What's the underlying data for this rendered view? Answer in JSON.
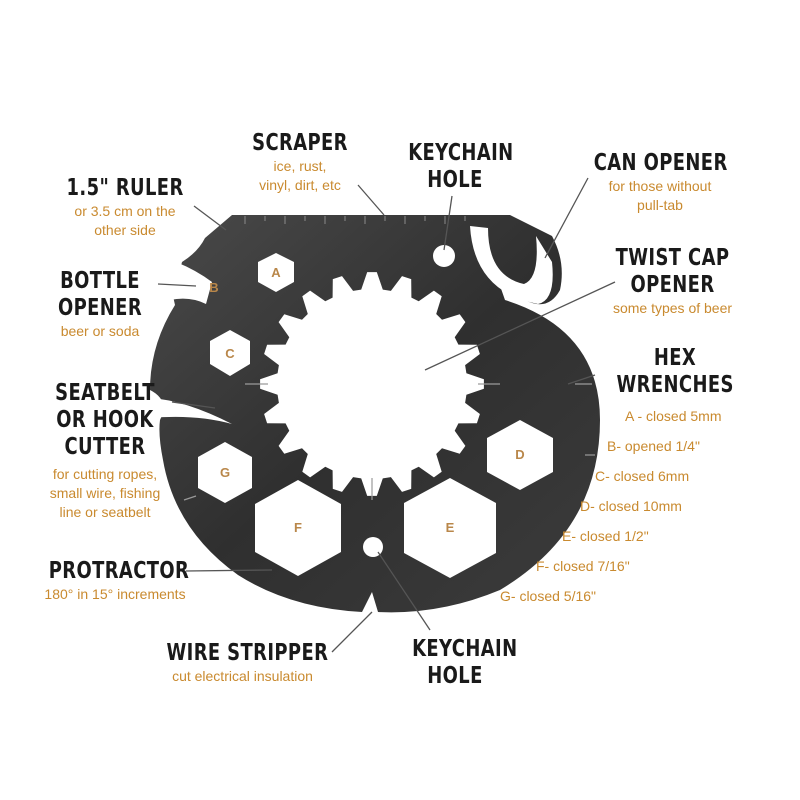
{
  "colors": {
    "label_title": "#1a1a1a",
    "label_sub": "#c98a2f",
    "tool_metal": "#3d3d3d",
    "hole_letter": "#b9874a"
  },
  "callouts": {
    "scraper": {
      "title": "SCRAPER",
      "sub1": "ice, rust,",
      "sub2": "vinyl, dirt, etc"
    },
    "keychain_top": {
      "title1": "KEYCHAIN",
      "title2": "HOLE"
    },
    "can_opener": {
      "title": "CAN OPENER",
      "sub1": "for those without",
      "sub2": "pull-tab"
    },
    "ruler": {
      "title": "1.5\" RULER",
      "sub1": "or 3.5 cm on the",
      "sub2": "other side"
    },
    "bottle_opener": {
      "title1": "BOTTLE",
      "title2": "OPENER",
      "sub": "beer or soda"
    },
    "twist_cap": {
      "title1": "TWIST CAP",
      "title2": "OPENER",
      "sub": "some types of beer"
    },
    "seatbelt": {
      "title1": "SEATBELT",
      "title2": "OR HOOK",
      "title3": "CUTTER",
      "sub1": "for cutting ropes,",
      "sub2": "small wire, fishing",
      "sub3": "line or seatbelt"
    },
    "hex_wrenches": {
      "title1": "HEX",
      "title2": "WRENCHES",
      "items": [
        "A - closed 5mm",
        "B- opened 1/4\"",
        "C- closed 6mm",
        "D- closed 10mm",
        "E- closed 1/2\"",
        "F- closed 7/16\"",
        "G- closed 5/16\""
      ]
    },
    "protractor": {
      "title": "PROTRACTOR",
      "sub": "180° in 15° increments"
    },
    "wire_stripper": {
      "title": "WIRE STRIPPER",
      "sub": "cut electrical insulation"
    },
    "keychain_bottom": {
      "title1": "KEYCHAIN",
      "title2": "HOLE"
    }
  },
  "hole_letters": {
    "a": "A",
    "b": "B",
    "c": "C",
    "d": "D",
    "e": "E",
    "f": "F",
    "g": "G"
  }
}
